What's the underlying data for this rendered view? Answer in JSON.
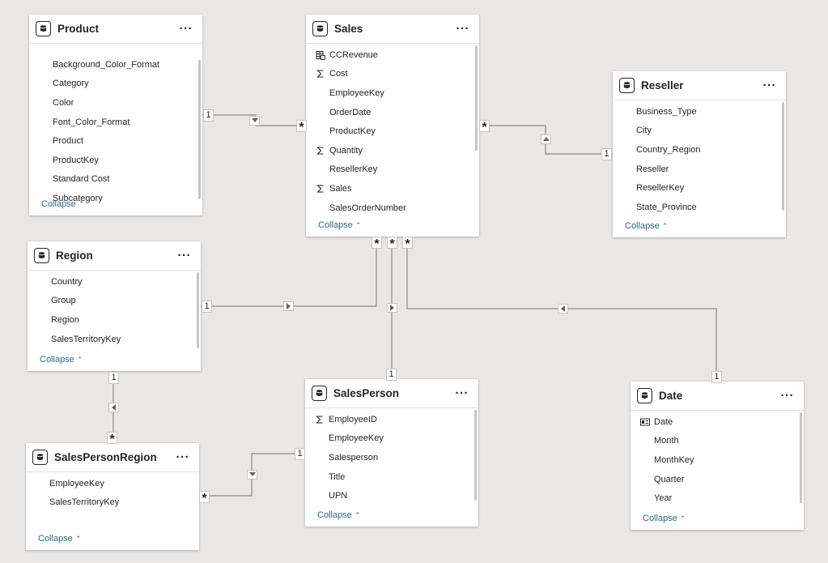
{
  "tables": [
    {
      "id": "product",
      "name": "Product",
      "fields": [
        {
          "label": "Background_Color_Format",
          "icon": ""
        },
        {
          "label": "Category",
          "icon": ""
        },
        {
          "label": "Color",
          "icon": ""
        },
        {
          "label": "Font_Color_Format",
          "icon": ""
        },
        {
          "label": "Product",
          "icon": ""
        },
        {
          "label": "ProductKey",
          "icon": ""
        },
        {
          "label": "Standard Cost",
          "icon": ""
        },
        {
          "label": "Subcategory",
          "icon": ""
        }
      ],
      "collapse": "Collapse"
    },
    {
      "id": "sales",
      "name": "Sales",
      "fields": [
        {
          "label": "CCRevenue",
          "icon": "calculated-column-icon"
        },
        {
          "label": "Cost",
          "icon": "sigma-icon"
        },
        {
          "label": "EmployeeKey",
          "icon": ""
        },
        {
          "label": "OrderDate",
          "icon": ""
        },
        {
          "label": "ProductKey",
          "icon": ""
        },
        {
          "label": "Quantity",
          "icon": "sigma-icon"
        },
        {
          "label": "ResellerKey",
          "icon": ""
        },
        {
          "label": "Sales",
          "icon": "sigma-icon"
        },
        {
          "label": "SalesOrderNumber",
          "icon": ""
        }
      ],
      "collapse": "Collapse"
    },
    {
      "id": "reseller",
      "name": "Reseller",
      "fields": [
        {
          "label": "Business_Type",
          "icon": ""
        },
        {
          "label": "City",
          "icon": ""
        },
        {
          "label": "Country_Region",
          "icon": ""
        },
        {
          "label": "Reseller",
          "icon": ""
        },
        {
          "label": "ResellerKey",
          "icon": ""
        },
        {
          "label": "State_Province",
          "icon": ""
        }
      ],
      "collapse": "Collapse"
    },
    {
      "id": "region",
      "name": "Region",
      "fields": [
        {
          "label": "Country",
          "icon": ""
        },
        {
          "label": "Group",
          "icon": ""
        },
        {
          "label": "Region",
          "icon": ""
        },
        {
          "label": "SalesTerritoryKey",
          "icon": ""
        }
      ],
      "collapse": "Collapse"
    },
    {
      "id": "salespersonregion",
      "name": "SalesPersonRegion",
      "fields": [
        {
          "label": "EmployeeKey",
          "icon": ""
        },
        {
          "label": "SalesTerritoryKey",
          "icon": ""
        }
      ],
      "collapse": "Collapse"
    },
    {
      "id": "salesperson",
      "name": "SalesPerson",
      "fields": [
        {
          "label": "EmployeeID",
          "icon": "sigma-icon"
        },
        {
          "label": "EmployeeKey",
          "icon": ""
        },
        {
          "label": "Salesperson",
          "icon": ""
        },
        {
          "label": "Title",
          "icon": ""
        },
        {
          "label": "UPN",
          "icon": ""
        }
      ],
      "collapse": "Collapse"
    },
    {
      "id": "date",
      "name": "Date",
      "fields": [
        {
          "label": "Date",
          "icon": "date-hierarchy-icon"
        },
        {
          "label": "Month",
          "icon": ""
        },
        {
          "label": "MonthKey",
          "icon": ""
        },
        {
          "label": "Quarter",
          "icon": ""
        },
        {
          "label": "Year",
          "icon": ""
        }
      ],
      "collapse": "Collapse"
    }
  ],
  "more_label": "···",
  "relationships": [
    {
      "from": "product",
      "to": "sales",
      "from_card": "1",
      "to_card": "*",
      "filter": "single"
    },
    {
      "from": "reseller",
      "to": "sales",
      "from_card": "1",
      "to_card": "*",
      "filter": "single"
    },
    {
      "from": "region",
      "to": "sales",
      "from_card": "1",
      "to_card": "*",
      "filter": "single"
    },
    {
      "from": "salesperson",
      "to": "sales",
      "from_card": "1",
      "to_card": "*",
      "filter": "single"
    },
    {
      "from": "date",
      "to": "sales",
      "from_card": "1",
      "to_card": "*",
      "filter": "single"
    },
    {
      "from": "region",
      "to": "salespersonregion",
      "from_card": "1",
      "to_card": "*",
      "filter": "single"
    },
    {
      "from": "salesperson",
      "to": "salespersonregion",
      "from_card": "1",
      "to_card": "*",
      "filter": "single"
    }
  ],
  "colors": {
    "canvas": "#e8e7e6",
    "card": "#ffffff",
    "line": "#8a8886",
    "collapse": "#2f6a78"
  }
}
